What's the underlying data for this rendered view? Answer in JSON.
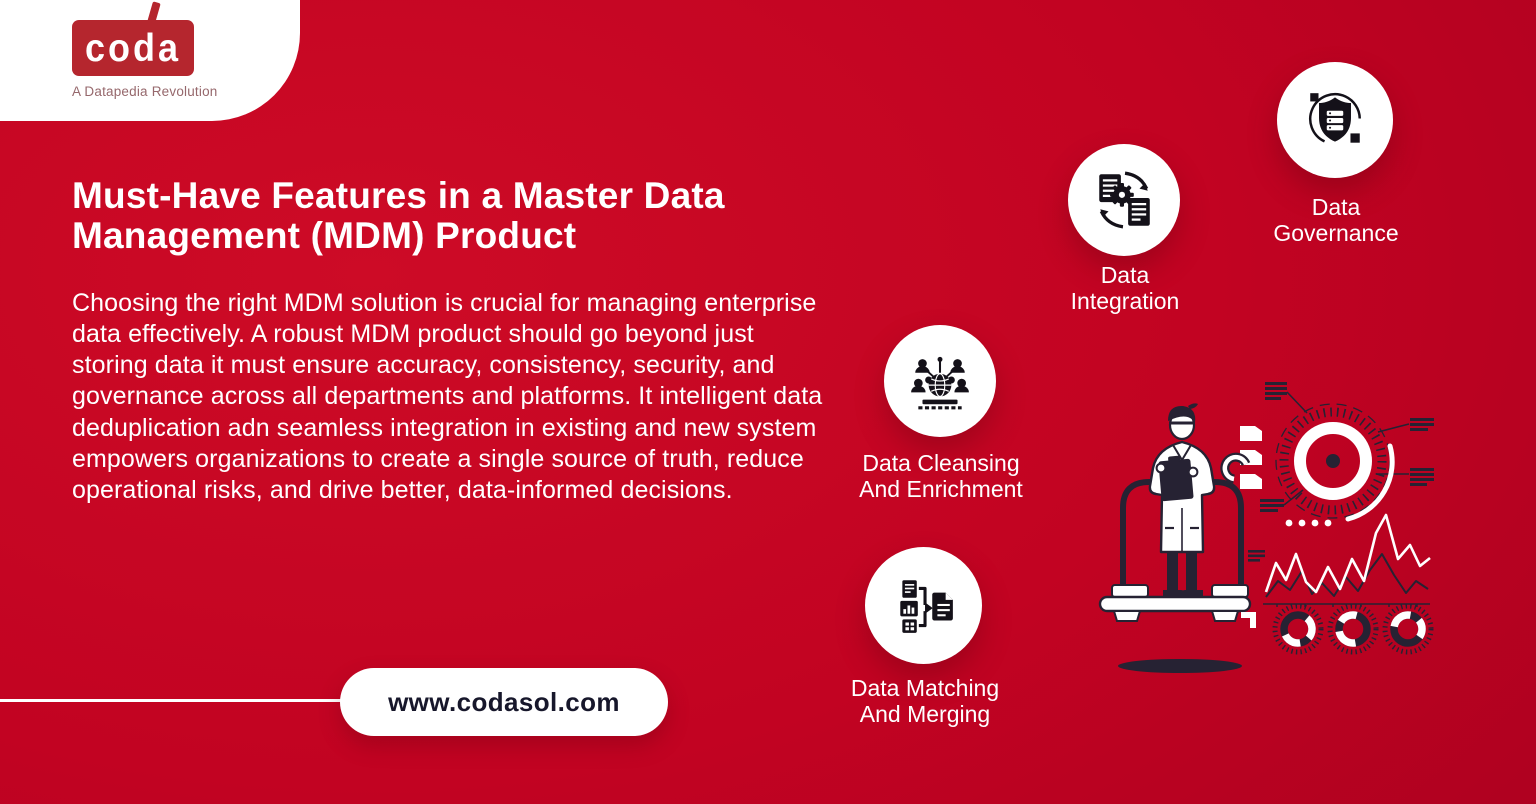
{
  "brand": {
    "logo_text": "coda",
    "tagline": "A Datapedia Revolution"
  },
  "header": {
    "title_lines": [
      "Must-Have Features in a Master Data",
      "Management (MDM) Product"
    ]
  },
  "intro": {
    "paragraph": "Choosing the right MDM solution is crucial for managing enterprise data effectively. A robust MDM product should go beyond just storing data it must ensure accuracy, consistency, security, and governance across all departments and platforms. It intelligent data deduplication adn seamless integration in existing and new system empowers organizations to create a single source of truth, reduce operational risks, and drive better, data-informed decisions."
  },
  "website": {
    "url": "www.codasol.com"
  },
  "features": [
    {
      "id": "data-integration",
      "icon": "documents-sync-gear-icon",
      "label_lines": [
        "Data",
        "Integration"
      ]
    },
    {
      "id": "data-governance",
      "icon": "shield-database-icon",
      "label_lines": [
        "Data",
        "Governance"
      ]
    },
    {
      "id": "data-cleansing",
      "icon": "people-network-globe-icon",
      "label_lines": [
        "Data Cleansing",
        "And Enrichment"
      ]
    },
    {
      "id": "data-matching",
      "icon": "documents-merge-flow-icon",
      "label_lines": [
        "Data Matching",
        "And Merging"
      ]
    }
  ],
  "colors": {
    "background_red": "#c20322",
    "background_red_bright": "#cd0b26",
    "background_red_dark": "#9c011d",
    "logo_red": "#b5262e",
    "text_white": "#ffffff",
    "url_text_dark": "#17172b",
    "icon_black": "#141119",
    "illustration_dark": "#262233"
  }
}
